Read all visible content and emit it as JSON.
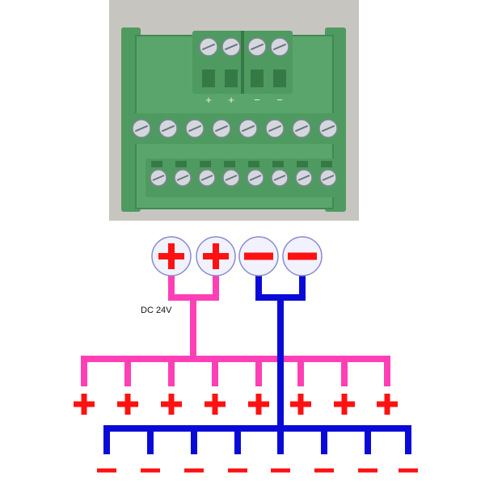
{
  "product_photo": {
    "silkscreen_top": [
      "+",
      "+",
      "−",
      "−"
    ],
    "input_terminal_count": 4,
    "output_terminal_rows": 2,
    "output_terminals_per_row": 8,
    "colors": {
      "background": "#c7c5c0",
      "pcb": "#5aa56b",
      "housing": "#4f9a60",
      "housing_dark": "#357a46",
      "screw": "#d4d8de"
    }
  },
  "wiring_diagram": {
    "voltage_label": "DC 24V",
    "inputs": [
      {
        "symbol": "+",
        "polarity": "positive"
      },
      {
        "symbol": "+",
        "polarity": "positive"
      },
      {
        "symbol": "−",
        "polarity": "negative"
      },
      {
        "symbol": "−",
        "polarity": "negative"
      }
    ],
    "positive_outputs": [
      "+",
      "+",
      "+",
      "+",
      "+",
      "+",
      "+",
      "+"
    ],
    "negative_outputs": [
      "−",
      "−",
      "−",
      "−",
      "−",
      "−",
      "−",
      "−"
    ],
    "colors": {
      "positive_bus": "#ff3fb5",
      "negative_bus": "#0a0ad8",
      "symbol": "#ff1111",
      "input_circle_fill": "#f2f2ff",
      "input_circle_stroke": "#8a8ad0"
    }
  }
}
